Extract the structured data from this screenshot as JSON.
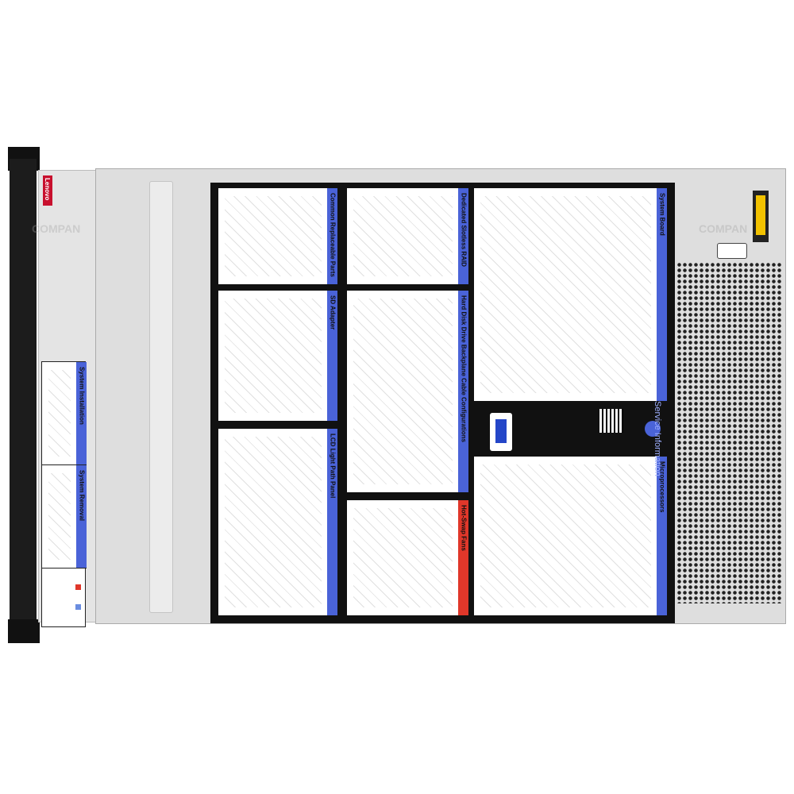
{
  "watermark": "COMPAN",
  "brand": "Lenovo",
  "colors": {
    "header_blue": "#4a63d8",
    "header_red": "#e0372a",
    "chassis": "#dedede"
  },
  "front_label": {
    "panels": [
      "System Installation",
      "System Removal"
    ]
  },
  "service_label": {
    "column1": [
      "Common Replaceable Parts",
      "SD Adapter",
      "LCD Light Path Panel"
    ],
    "column2": [
      "Dedicated Slotless RAID",
      "Hard Disk Drive Backplane Cable Configurations",
      "Hot-Swap Fans"
    ],
    "column3": [
      "System Board",
      "Microprocessors"
    ],
    "service_info": "Service Information"
  }
}
